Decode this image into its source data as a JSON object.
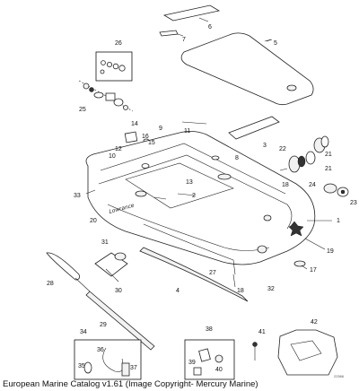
{
  "caption": "European Marine Catalog v1.61 (Image Copyright- Mercury Marine)",
  "drawing_code": "22566",
  "brand_mark": "Lowrance",
  "callouts": [
    "1",
    "2",
    "3",
    "4",
    "5",
    "6",
    "7",
    "8",
    "9",
    "10",
    "11",
    "12",
    "13",
    "14",
    "15",
    "16",
    "17",
    "18",
    "18",
    "19",
    "20",
    "21",
    "21",
    "22",
    "23",
    "24",
    "25",
    "26",
    "27",
    "28",
    "29",
    "30",
    "31",
    "32",
    "33",
    "34",
    "35",
    "36",
    "37",
    "38",
    "39",
    "40",
    "41",
    "42"
  ]
}
